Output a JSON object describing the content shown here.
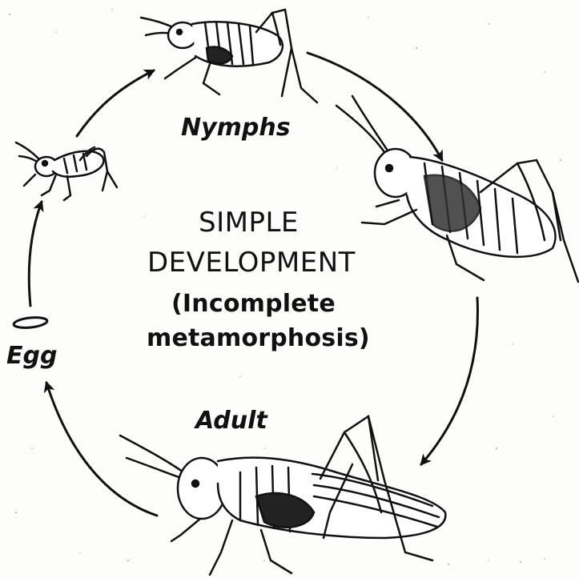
{
  "diagram": {
    "title": {
      "line1": "SIMPLE",
      "line2": "DEVELOPMENT"
    },
    "subtitle": {
      "line1": "(Incomplete",
      "line2": "metamorphosis)"
    },
    "stages": {
      "nymphs": "Nymphs",
      "adult": "Adult",
      "egg": "Egg"
    }
  }
}
